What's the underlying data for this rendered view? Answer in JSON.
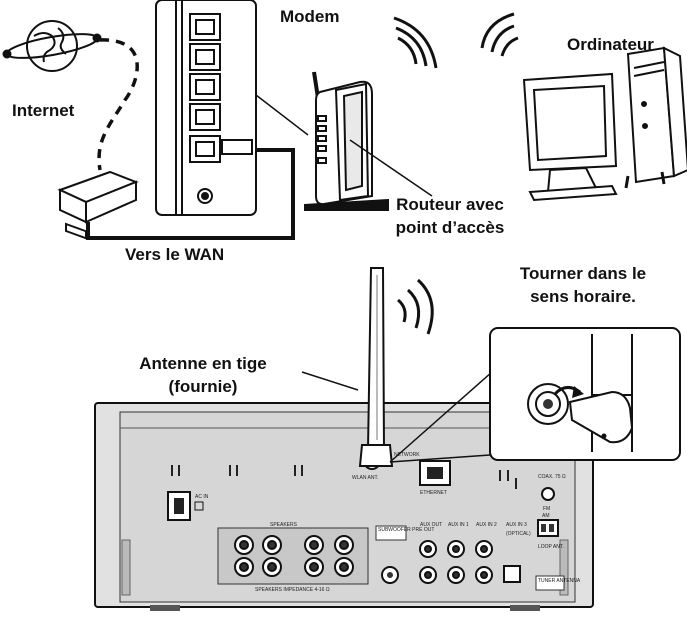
{
  "labels": {
    "modem": "Modem",
    "internet": "Internet",
    "computer": "Ordinateur",
    "router_line1": "Routeur avec",
    "router_line2": "point d’accès",
    "wan": "Vers le WAN",
    "rotate_line1": "Tourner dans le",
    "rotate_line2": "sens horaire.",
    "antenna_line1": "Antenne en tige",
    "antenna_line2": "(fournie)"
  },
  "panel_labels": {
    "ac_in": "AC IN",
    "speakers": "SPEAKERS",
    "speakers_impedance": "SPEAKERS IMPEDANCE 4-16 Ω",
    "subwoofer": "SUBWOOFER PRE OUT",
    "aux_out": "AUX OUT",
    "aux_in1": "AUX IN 1",
    "aux_in2": "AUX IN 2",
    "aux_in3": "AUX IN 3",
    "optical": "(OPTICAL)",
    "network": "NETWORK",
    "ethernet": "ETHERNET",
    "wlan": "WLAN ANT.",
    "coax": "COAX. 75 Ω",
    "fm": "FM",
    "am": "AM",
    "loop": "LOOP ANT.",
    "tuner": "TUNER ANTENNA"
  }
}
